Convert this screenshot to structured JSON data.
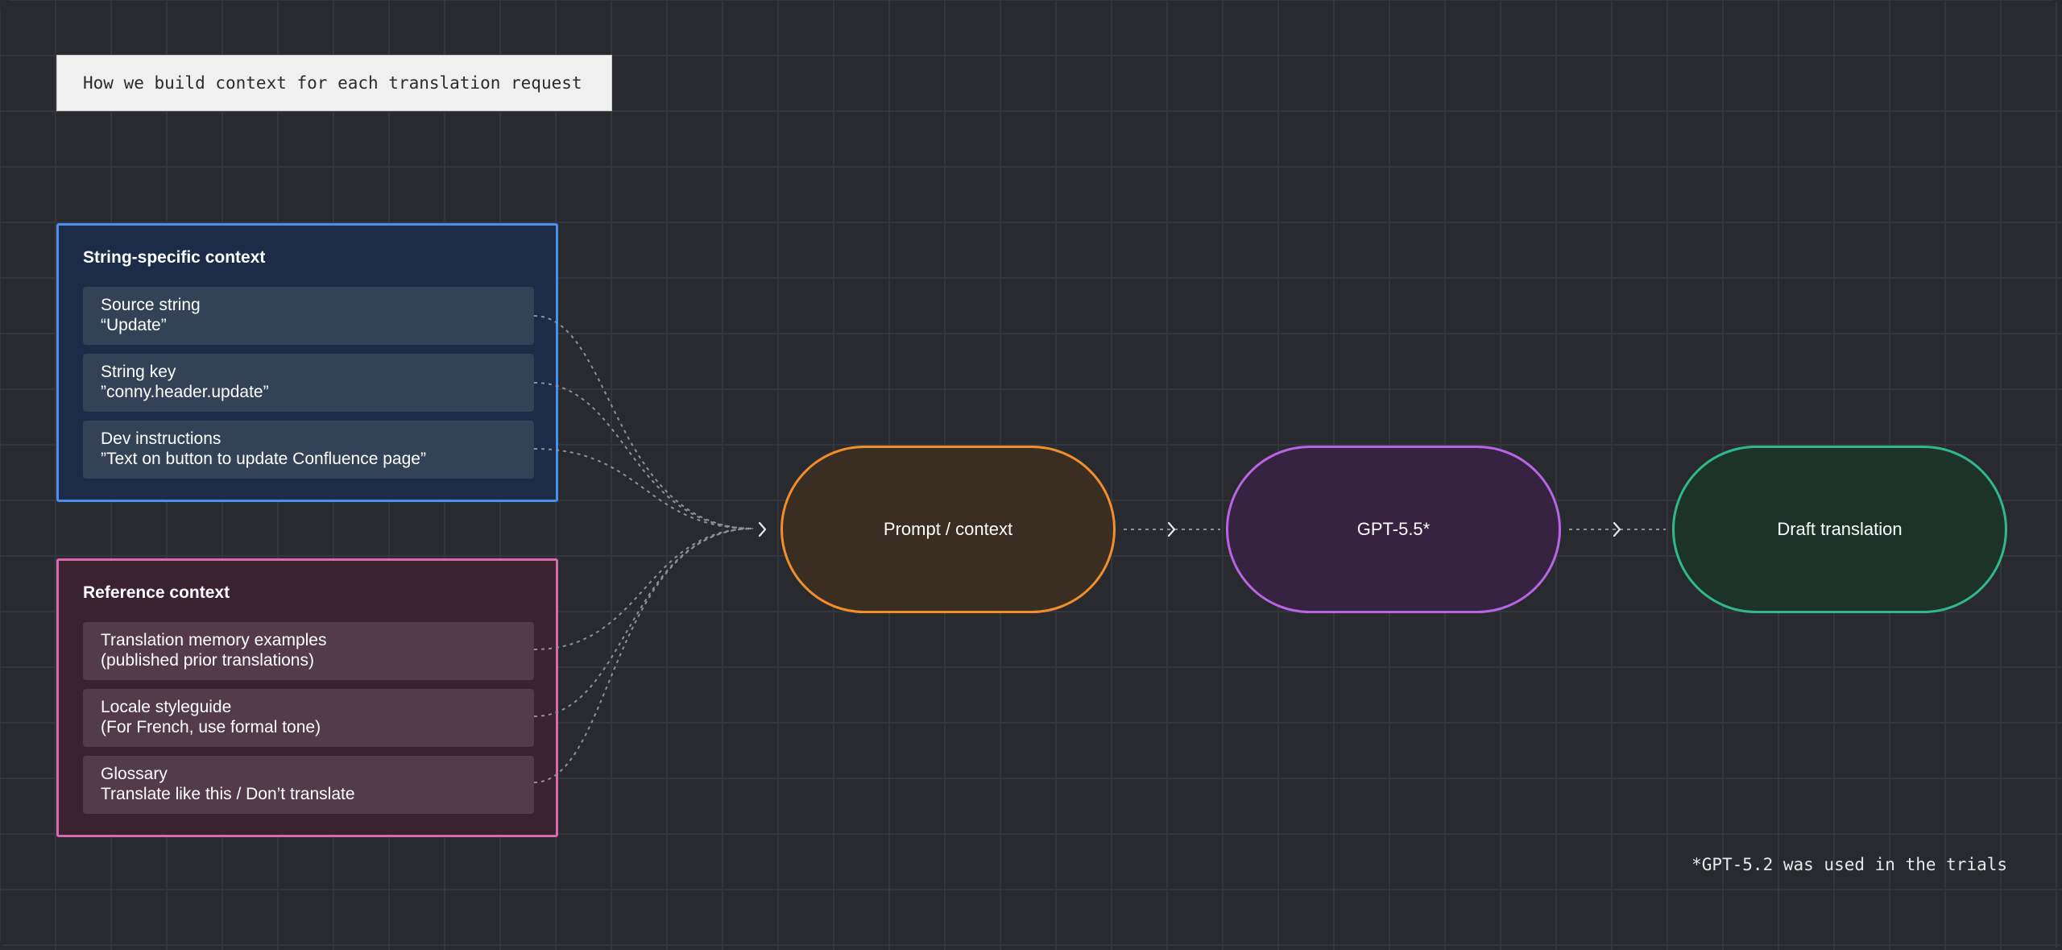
{
  "title": "How we build context for each translation request",
  "groups": {
    "string_specific": {
      "title": "String-specific context",
      "color": "#4a8ff0",
      "items": [
        {
          "line1": "Source string",
          "line2": "“Update”"
        },
        {
          "line1": "String key",
          "line2": "”conny.header.update”"
        },
        {
          "line1": "Dev instructions",
          "line2": "”Text on button to update Confluence page”"
        }
      ]
    },
    "reference": {
      "title": "Reference context",
      "color": "#d96ab0",
      "items": [
        {
          "line1": "Translation memory examples",
          "line2": "(published prior translations)"
        },
        {
          "line1": "Locale styleguide",
          "line2": "(For French, use formal tone)"
        },
        {
          "line1": "Glossary",
          "line2": "Translate like this / Don’t translate"
        }
      ]
    }
  },
  "nodes": {
    "prompt": {
      "label": "Prompt / context",
      "color": "#f18d2a"
    },
    "model": {
      "label": "GPT-5.5*",
      "color": "#b765e4"
    },
    "output": {
      "label": "Draft translation",
      "color": "#2fb98a"
    }
  },
  "footnote": "*GPT-5.2 was used in the trials"
}
